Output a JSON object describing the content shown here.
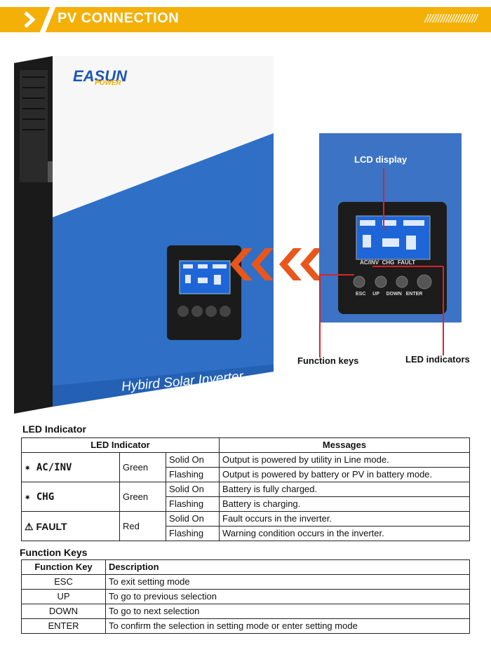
{
  "header": {
    "title": "PV CONNECTION",
    "decoration": "////////////////////"
  },
  "product": {
    "brand_main": "EASUN",
    "brand_sub": "POWER",
    "label": "Hybird Solar Inverter",
    "keys": [
      "ESC",
      "UP",
      "DOWN",
      "ENTER"
    ],
    "led_labels": [
      "AC/INV",
      "CHG",
      "FAULT"
    ]
  },
  "callouts": {
    "lcd": "LCD display",
    "function_keys": "Function keys",
    "led_indicators": "LED indicators"
  },
  "led_section": {
    "title": "LED Indicator",
    "headers": {
      "indicator": "LED Indicator",
      "messages": "Messages"
    },
    "rows": [
      {
        "name": "AC/INV",
        "color": "Green",
        "state": "Solid On",
        "message": "Output is powered by utility in Line mode."
      },
      {
        "name": "",
        "color": "",
        "state": "Flashing",
        "message": "Output is powered by battery or PV in battery mode."
      },
      {
        "name": "CHG",
        "color": "Green",
        "state": "Solid On",
        "message": "Battery is fully charged."
      },
      {
        "name": "",
        "color": "",
        "state": "Flashing",
        "message": "Battery is charging."
      },
      {
        "name": "FAULT",
        "color": "Red",
        "state": "Solid On",
        "message": "Fault occurs in the inverter."
      },
      {
        "name": "",
        "color": "",
        "state": "Flashing",
        "message": "Warning condition occurs in the inverter."
      }
    ]
  },
  "function_section": {
    "title": "Function Keys",
    "headers": {
      "key": "Function Key",
      "description": "Description"
    },
    "rows": [
      {
        "key": "ESC",
        "description": "To exit setting mode"
      },
      {
        "key": "UP",
        "description": "To go to previous selection"
      },
      {
        "key": "DOWN",
        "description": "To go to next selection"
      },
      {
        "key": "ENTER",
        "description": "To confirm the selection in setting mode or enter setting mode"
      }
    ]
  },
  "colors": {
    "banner": "#f4b007",
    "inverter_blue": "#2f6fc6",
    "callout_red": "#d9242b",
    "arrow_orange": "#e8561c"
  }
}
